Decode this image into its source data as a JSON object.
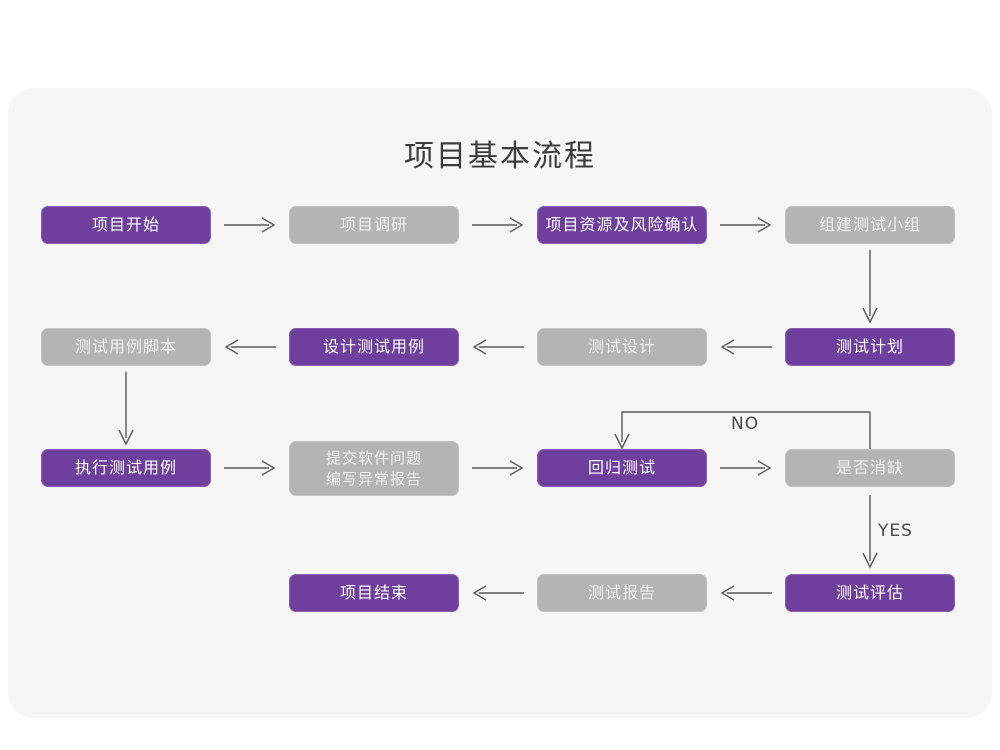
{
  "page": {
    "title": "项目基本流程",
    "panel_bg": "#f6f6f6",
    "canvas_bg": "#ffffff",
    "accent_purple": "#6f3f9e",
    "accent_gray": "#b4b4b4",
    "arrow_color": "#5a5a5a"
  },
  "chart_data": {
    "type": "diagram",
    "title": "项目基本流程",
    "nodes": [
      {
        "id": "n1",
        "label": "项目开始",
        "style": "purple",
        "row": 1,
        "col": 1
      },
      {
        "id": "n2",
        "label": "项目调研",
        "style": "gray",
        "row": 1,
        "col": 2
      },
      {
        "id": "n3",
        "label": "项目资源及风险确认",
        "style": "purple",
        "row": 1,
        "col": 3
      },
      {
        "id": "n4",
        "label": "组建测试小组",
        "style": "gray",
        "row": 1,
        "col": 4
      },
      {
        "id": "n5",
        "label": "测试用例脚本",
        "style": "gray",
        "row": 2,
        "col": 1
      },
      {
        "id": "n6",
        "label": "设计测试用例",
        "style": "purple",
        "row": 2,
        "col": 2
      },
      {
        "id": "n7",
        "label": "测试设计",
        "style": "gray",
        "row": 2,
        "col": 3
      },
      {
        "id": "n8",
        "label": "测试计划",
        "style": "purple",
        "row": 2,
        "col": 4
      },
      {
        "id": "n9",
        "label": "执行测试用例",
        "style": "purple",
        "row": 3,
        "col": 1
      },
      {
        "id": "n10",
        "label": "提交软件问题\n编写异常报告",
        "style": "gray",
        "row": 3,
        "col": 2
      },
      {
        "id": "n11",
        "label": "回归测试",
        "style": "purple",
        "row": 3,
        "col": 3
      },
      {
        "id": "n12",
        "label": "是否消缺",
        "style": "gray",
        "row": 3,
        "col": 4
      },
      {
        "id": "n13",
        "label": "项目结束",
        "style": "purple",
        "row": 4,
        "col": 2
      },
      {
        "id": "n14",
        "label": "测试报告",
        "style": "gray",
        "row": 4,
        "col": 3
      },
      {
        "id": "n15",
        "label": "测试评估",
        "style": "purple",
        "row": 4,
        "col": 4
      }
    ],
    "edges": [
      {
        "from": "n1",
        "to": "n2",
        "dir": "right",
        "label": ""
      },
      {
        "from": "n2",
        "to": "n3",
        "dir": "right",
        "label": ""
      },
      {
        "from": "n3",
        "to": "n4",
        "dir": "right",
        "label": ""
      },
      {
        "from": "n4",
        "to": "n8",
        "dir": "down",
        "label": ""
      },
      {
        "from": "n8",
        "to": "n7",
        "dir": "left",
        "label": ""
      },
      {
        "from": "n7",
        "to": "n6",
        "dir": "left",
        "label": ""
      },
      {
        "from": "n6",
        "to": "n5",
        "dir": "left",
        "label": ""
      },
      {
        "from": "n5",
        "to": "n9",
        "dir": "down",
        "label": ""
      },
      {
        "from": "n9",
        "to": "n10",
        "dir": "right",
        "label": ""
      },
      {
        "from": "n10",
        "to": "n11",
        "dir": "right",
        "label": ""
      },
      {
        "from": "n11",
        "to": "n12",
        "dir": "right",
        "label": ""
      },
      {
        "from": "n12",
        "to": "n11",
        "dir": "loop-up-left",
        "label": "NO"
      },
      {
        "from": "n12",
        "to": "n15",
        "dir": "down",
        "label": "YES"
      },
      {
        "from": "n15",
        "to": "n14",
        "dir": "left",
        "label": ""
      },
      {
        "from": "n14",
        "to": "n13",
        "dir": "left",
        "label": ""
      }
    ],
    "labels": {
      "no": "NO",
      "yes": "YES"
    }
  }
}
